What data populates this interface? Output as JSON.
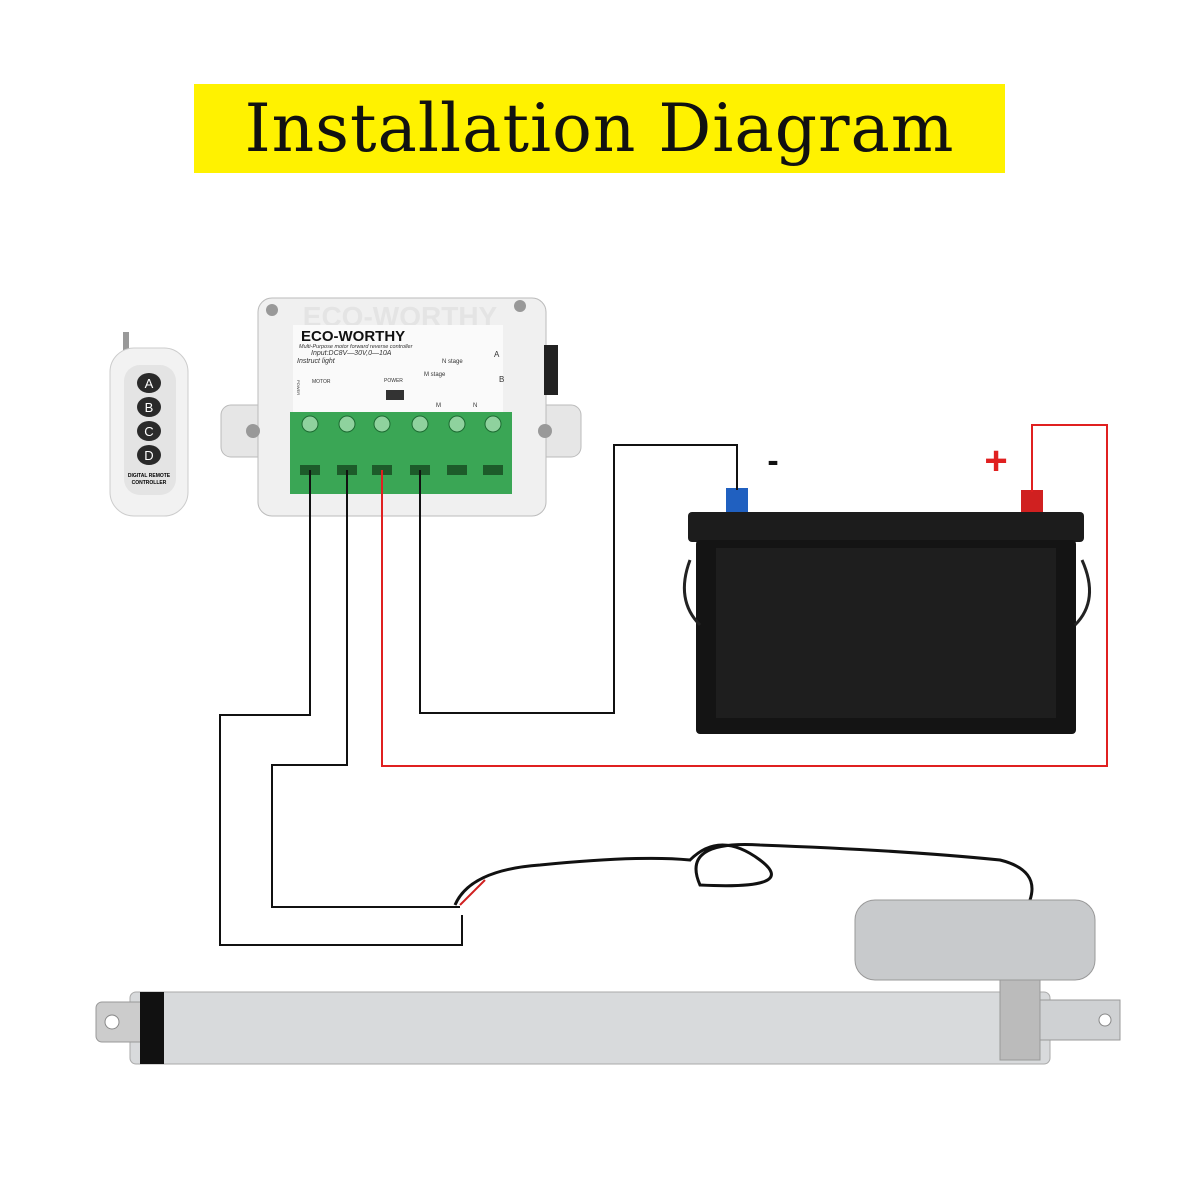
{
  "title": "Installation Diagram",
  "controller": {
    "brand_watermark": "ECO-WORTHY",
    "brand": "ECO-WORTHY",
    "subtitle": "Multi-Purpose motor forward reverse controller",
    "input": "Input:DC8V—30V,0—10A",
    "instruct": "Instruct  light",
    "n_stage": "N  stage",
    "m_stage": "M  stage",
    "motor": "MOTOR",
    "power": "POWER",
    "power_side": "POWER",
    "m": "M",
    "n": "N",
    "a": "A",
    "b": "B"
  },
  "remote": {
    "buttons": [
      "A",
      "B",
      "C",
      "D"
    ],
    "label1": "DIGITAL REMOTE",
    "label2": "CONTROLLER"
  },
  "battery": {
    "negative": "-",
    "positive": "+"
  },
  "colors": {
    "title_bg": "#fff200",
    "red_wire": "#e02020",
    "black_wire": "#111111",
    "terminal_green": "#3aa655"
  }
}
